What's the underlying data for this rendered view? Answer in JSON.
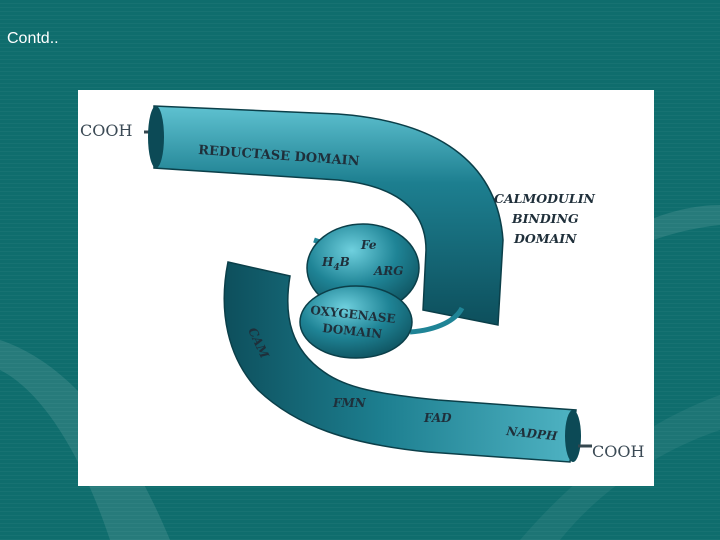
{
  "slide": {
    "title": "Contd.."
  },
  "diagram": {
    "colors": {
      "background": "#0f6d6d",
      "tube": "#1d7f90",
      "tube_dark": "#0d4f5c",
      "tube_light": "#5fc2d1"
    },
    "labels": {
      "cooh_top": "COOH",
      "reductase": "REDUCTASE DOMAIN",
      "calmodulin_1": "CALMODULIN",
      "calmodulin_2": "BINDING",
      "calmodulin_3": "DOMAIN",
      "fe": "Fe",
      "h4b_h": "H",
      "h4b_sub": "4",
      "h4b_b": "B",
      "arg": "ARG",
      "oxygenase_1": "OXYGENASE",
      "oxygenase_2": "DOMAIN",
      "cam": "CAM",
      "fmn": "FMN",
      "fad": "FAD",
      "nadph": "NADPH",
      "cooh_bottom": "COOH"
    }
  }
}
